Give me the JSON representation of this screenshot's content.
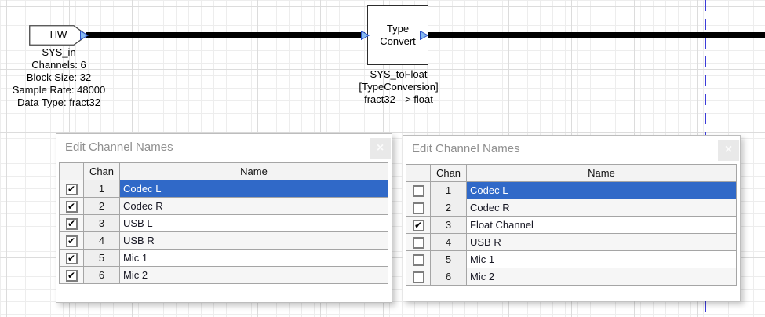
{
  "colors": {
    "wire": "#000000",
    "guide_line": "#3c3cd8",
    "selection": "#3069c8",
    "pin_fill": "#85b9f0",
    "pin_border": "#2b50c8"
  },
  "hw_block": {
    "label": "HW",
    "instance_name": "SYS_in",
    "properties": [
      "Channels: 6",
      "Block Size: 32",
      "Sample Rate: 48000",
      "Data Type: fract32"
    ]
  },
  "type_convert_block": {
    "label_line1": "Type",
    "label_line2": "Convert",
    "instance_name": "SYS_toFloat",
    "module_class": "[TypeConversion]",
    "conversion": "fract32 --> float"
  },
  "dialog_left": {
    "title": "Edit Channel Names",
    "close_glyph": "×",
    "header": {
      "chan": "Chan",
      "name": "Name"
    },
    "rows": [
      {
        "chan": "1",
        "name": "Codec L",
        "check": "✔"
      },
      {
        "chan": "2",
        "name": "Codec R",
        "check": "✔"
      },
      {
        "chan": "3",
        "name": "USB L",
        "check": "✔"
      },
      {
        "chan": "4",
        "name": "USB R",
        "check": "✔"
      },
      {
        "chan": "5",
        "name": "Mic 1",
        "check": "✔"
      },
      {
        "chan": "6",
        "name": "Mic 2",
        "check": "✔"
      }
    ]
  },
  "dialog_right": {
    "title": "Edit Channel Names",
    "close_glyph": "×",
    "header": {
      "chan": "Chan",
      "name": "Name"
    },
    "rows": [
      {
        "chan": "1",
        "name": "Codec L",
        "check": ""
      },
      {
        "chan": "2",
        "name": "Codec R",
        "check": ""
      },
      {
        "chan": "3",
        "name": "Float Channel",
        "check": "✔"
      },
      {
        "chan": "4",
        "name": "USB R",
        "check": ""
      },
      {
        "chan": "5",
        "name": "Mic 1",
        "check": ""
      },
      {
        "chan": "6",
        "name": "Mic 2",
        "check": ""
      }
    ]
  }
}
